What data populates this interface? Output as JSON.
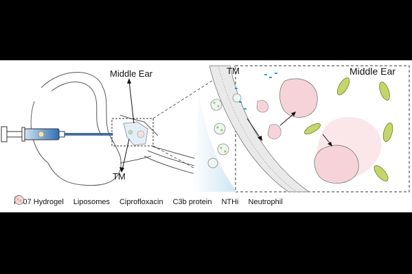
{
  "labels": {
    "middle_ear_left": "Middle Ear",
    "tm_left": "TM",
    "tm_zoom": "TM",
    "middle_ear_zoom": "Middle Ear"
  },
  "legend": [
    {
      "icon": "hydrogel-icon",
      "label": "P407 Hydrogel"
    },
    {
      "icon": "liposome-icon",
      "label": "Liposomes"
    },
    {
      "icon": "ciprofloxacin-icon",
      "label": "Ciprofloxacin"
    },
    {
      "icon": "c3b-protein-icon",
      "label": "C3b protein"
    },
    {
      "icon": "nthi-icon",
      "label": "NTHi"
    },
    {
      "icon": "neutrophil-icon",
      "label": "Neutrophil"
    }
  ],
  "colors": {
    "hydrogel": "#3a86c8",
    "liposome": "#b9dcc0",
    "ciprofloxacin": "#9fc97d",
    "c3b": "#2a9fd6",
    "nthi": "#c4d66a",
    "neutrophil": "#f4c9cf"
  }
}
